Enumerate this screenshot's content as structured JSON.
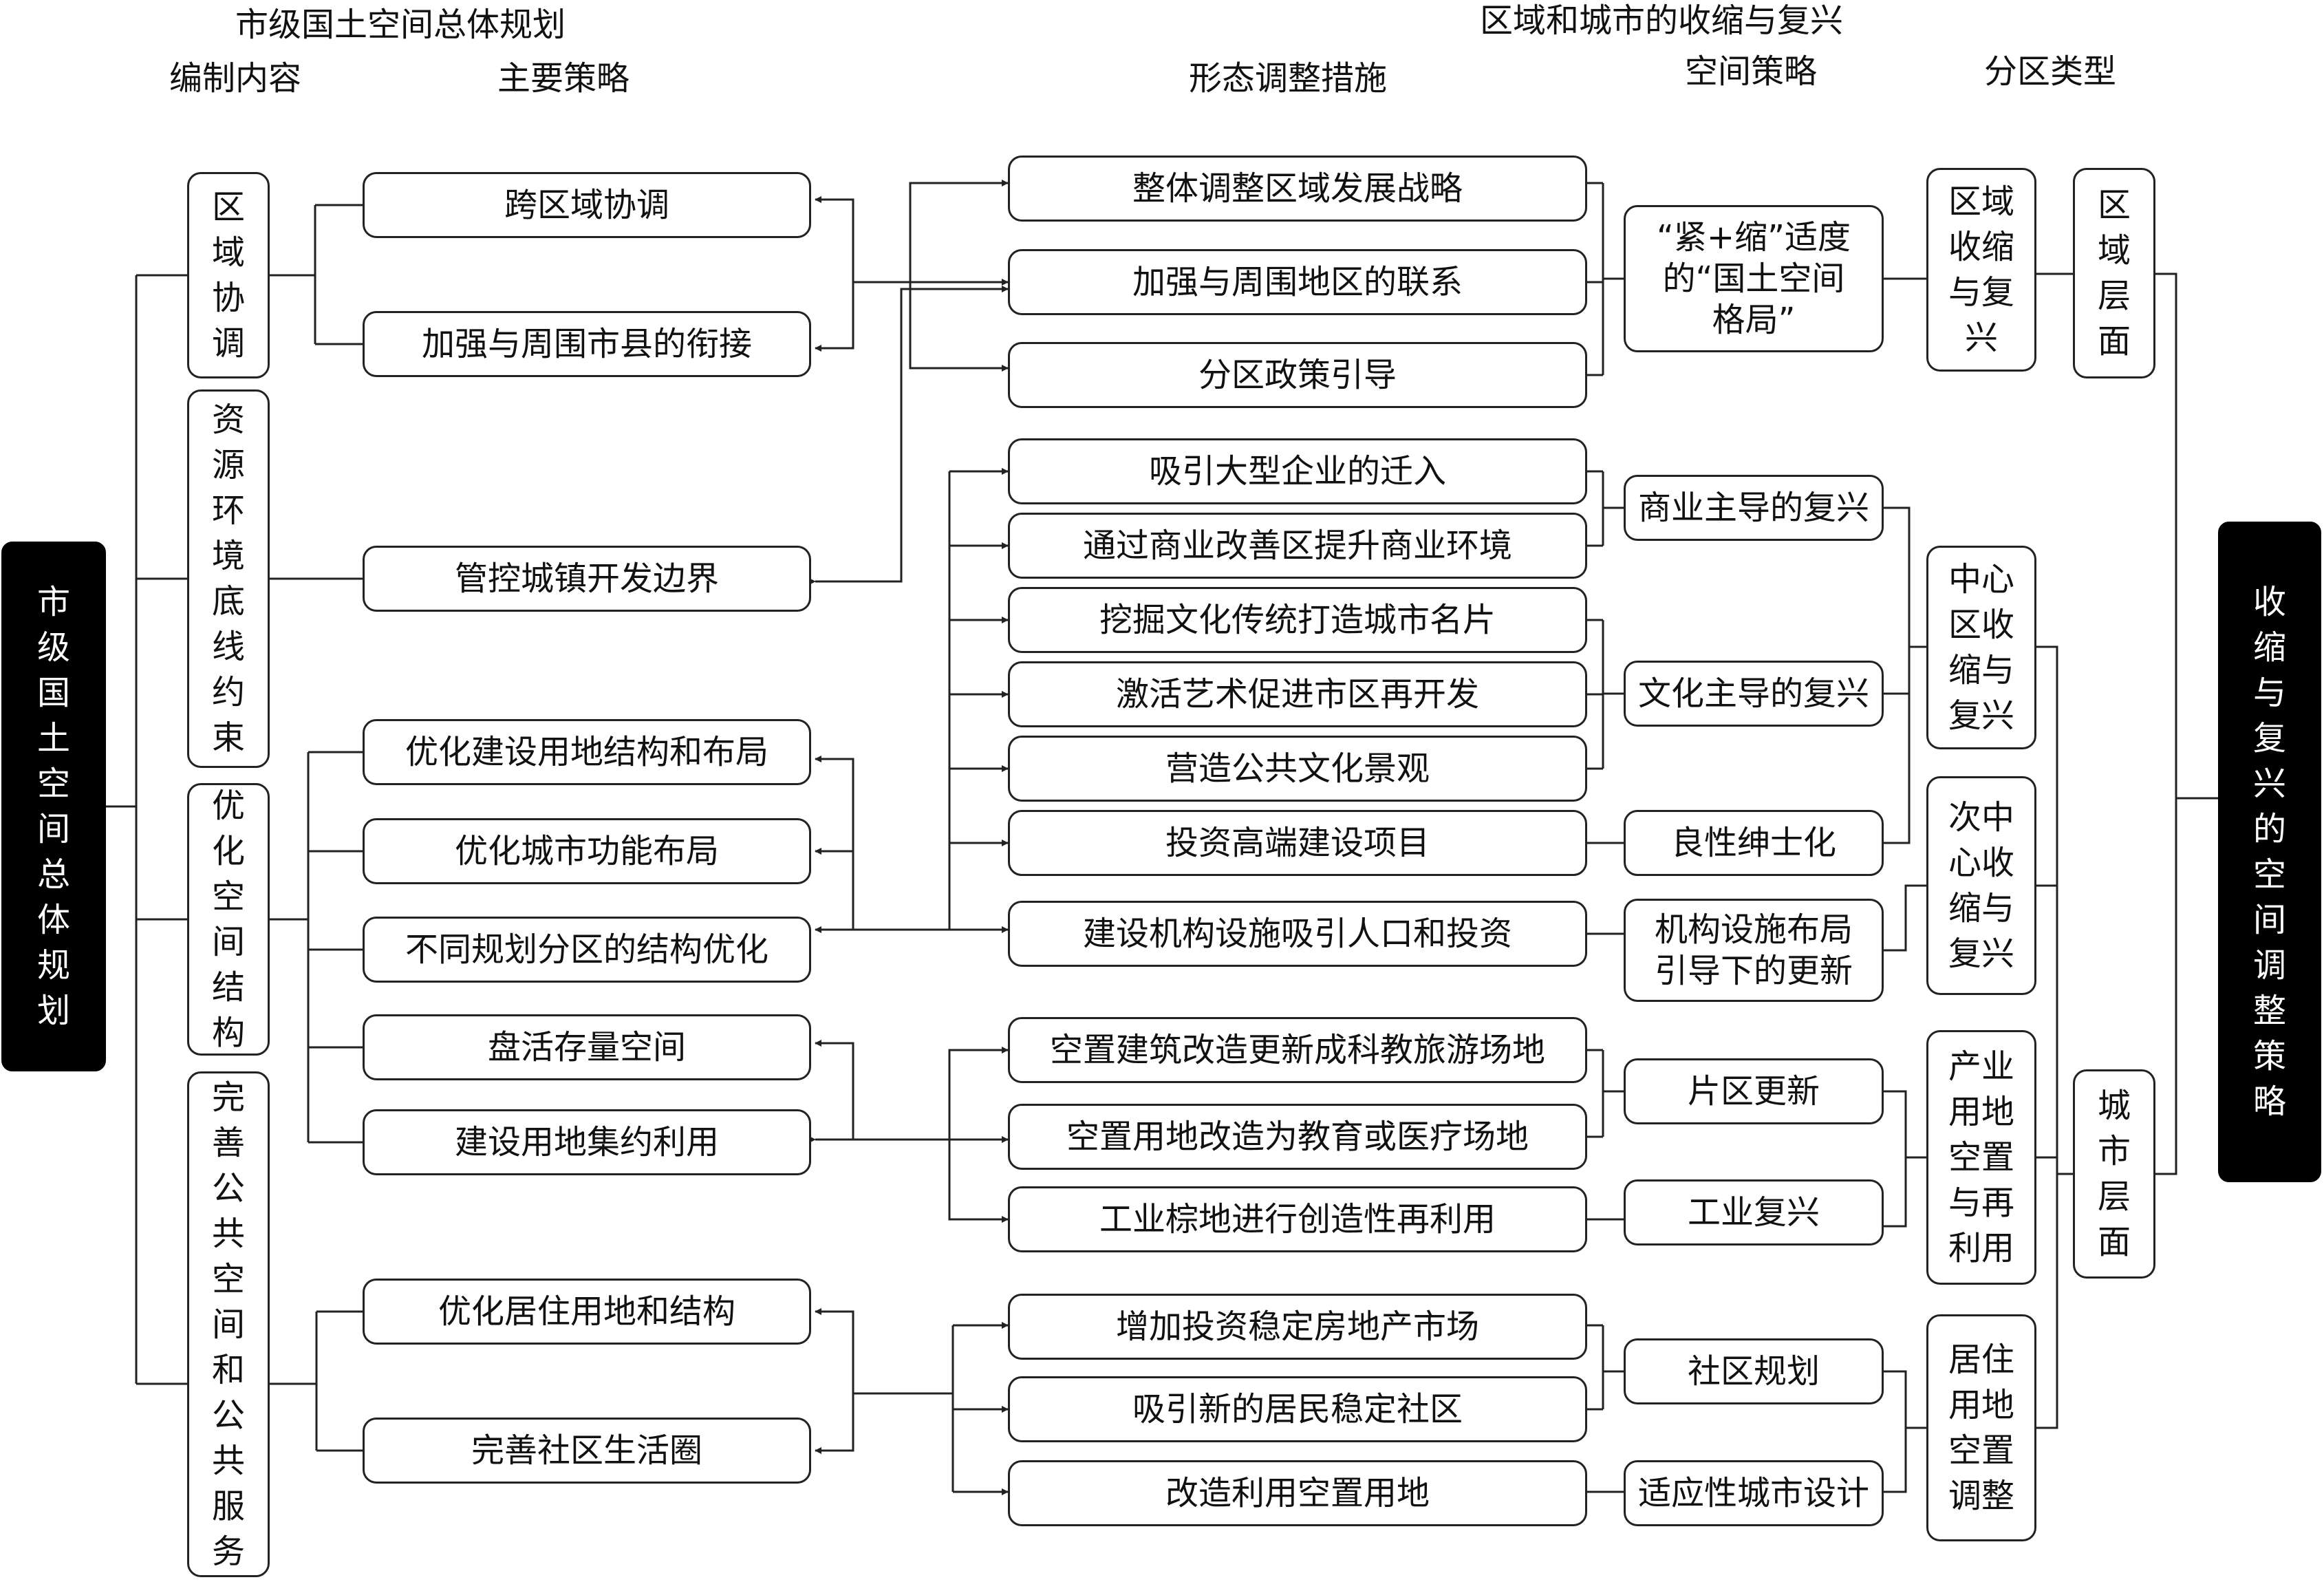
{
  "headers": {
    "plan_title": "市级国土空间总体规划",
    "content": "编制内容",
    "strategy": "主要策略",
    "measures": "形态调整措施",
    "shrink_title": "区域和城市的收缩与复兴",
    "space_strategy": "空间策略",
    "zone_type": "分区类型"
  },
  "root_left": "市级国土空间总体规划",
  "root_right": "收缩与复兴的空间调整策略",
  "contents": [
    "区域协调",
    "资源环境底线约束",
    "优化空间结构",
    "完善公共空间和公共服务"
  ],
  "strategies": [
    "跨区域协调",
    "加强与周围市县的衔接",
    "管控城镇开发边界",
    "优化建设用地结构和布局",
    "优化城市功能布局",
    "不同规划分区的结构优化",
    "盘活存量空间",
    "建设用地集约利用",
    "优化居住用地和结构",
    "完善社区生活圈"
  ],
  "measures": [
    "整体调整区域发展战略",
    "加强与周围地区的联系",
    "分区政策引导",
    "吸引大型企业的迁入",
    "通过商业改善区提升商业环境",
    "挖掘文化传统打造城市名片",
    "激活艺术促进市区再开发",
    "营造公共文化景观",
    "投资高端建设项目",
    "建设机构设施吸引人口和投资",
    "空置建筑改造更新成科教旅游场地",
    "空置用地改造为教育或医疗场地",
    "工业棕地进行创造性再利用",
    "增加投资稳定房地产市场",
    "吸引新的居民稳定社区",
    "改造利用空置用地"
  ],
  "space_strategies": [
    "“紧+缩”适度\n的“国土空间\n格局”",
    "商业主导的复兴",
    "文化主导的复兴",
    "良性绅士化",
    "机构设施布局\n引导下的更新",
    "片区更新",
    "工业复兴",
    "社区规划",
    "适应性城市设计"
  ],
  "zones": [
    "区域收缩与复兴",
    "中心区收缩与复兴",
    "次中心收缩与复兴",
    "产业用地空置与再利用",
    "居住用地空置调整"
  ],
  "levels": [
    "区域层面",
    "城市层面"
  ]
}
